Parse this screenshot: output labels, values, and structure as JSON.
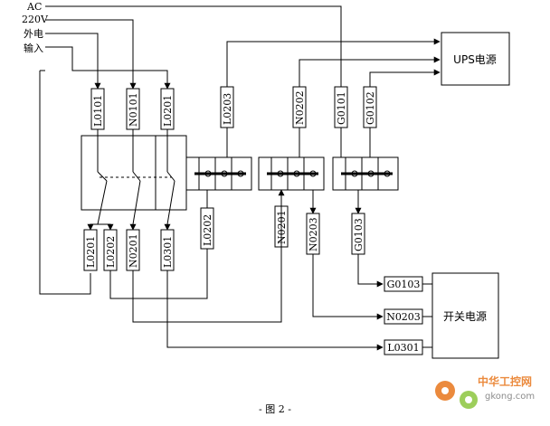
{
  "input_label": [
    "AC",
    "220V",
    "外电",
    "输入"
  ],
  "ups_label": "UPS电源",
  "switch_psu_label": "开关电源",
  "caption": "- 图 2 -",
  "top_tags": [
    "L0101",
    "N0101",
    "L0201",
    "L0203",
    "N0202",
    "G0101",
    "G0102"
  ],
  "mid_tags": [
    "L0202",
    "N0201",
    "N0203",
    "G0103"
  ],
  "bottom_tags": [
    "L0201",
    "L0202",
    "N0201",
    "L0301"
  ],
  "psu_tags": [
    "G0103",
    "N0203",
    "L0301"
  ],
  "watermark": {
    "brand": "中华工控网",
    "url": "gkong.com",
    "accent": "#e8761c"
  }
}
